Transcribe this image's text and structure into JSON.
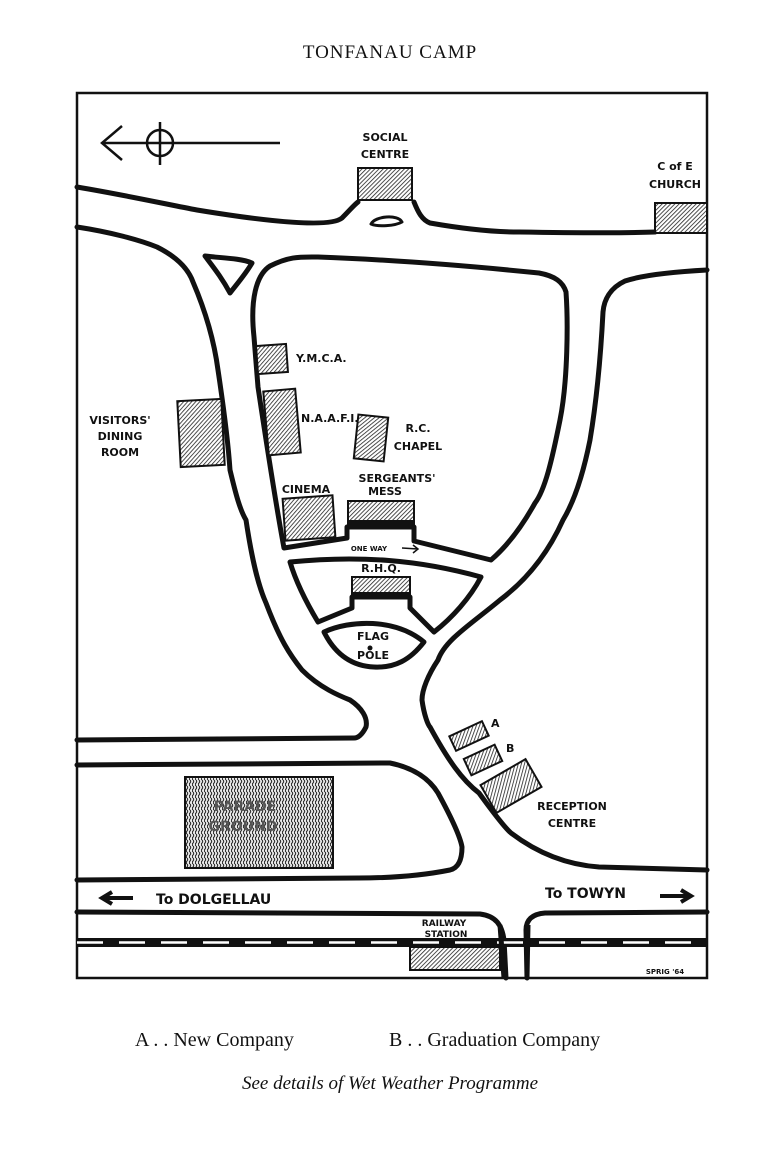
{
  "title": "TONFANAU CAMP",
  "map": {
    "compass_icon": "north-arrow-left",
    "labels": {
      "social_centre": [
        "SOCIAL",
        "CENTRE"
      ],
      "church": [
        "C of E",
        "CHURCH"
      ],
      "ymca": "Y.M.C.A.",
      "naafi": "N.A.A.F.I.",
      "visitors_dining": [
        "VISITORS'",
        "DINING",
        "ROOM"
      ],
      "rc_chapel": [
        "R.C.",
        "CHAPEL"
      ],
      "cinema": "CINEMA",
      "sergeants_mess": [
        "SERGEANTS'",
        "MESS"
      ],
      "one_way": "ONE WAY",
      "rhq": "R.H.Q.",
      "flag_pole": [
        "FLAG",
        "POLE"
      ],
      "a": "A",
      "b": "B",
      "reception": [
        "RECEPTION",
        "CENTRE"
      ],
      "parade_ground": [
        "PARADE",
        "GROUND"
      ],
      "to_dolgellau": "To DOLGELLAU",
      "to_towyn": "To TOWYN",
      "railway_station": [
        "RAILWAY",
        "STATION"
      ],
      "signature": "SPRIG '64"
    }
  },
  "legend": {
    "a": "A . . New Company",
    "b": "B . . Graduation Company"
  },
  "note": "See details of Wet Weather Programme"
}
